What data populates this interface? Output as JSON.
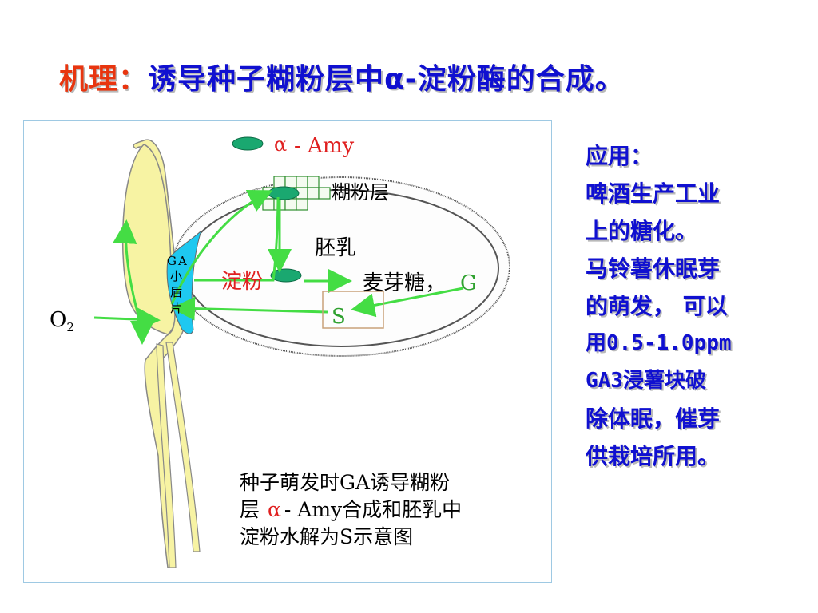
{
  "title": {
    "prefix": "机理：",
    "text": "诱导种子糊粉层中α-淀粉酶的合成。"
  },
  "diagram": {
    "enzyme_symbol": "α",
    "enzyme_label": "- Amy",
    "aleurone_label": "糊粉层",
    "endosperm_label": "胚乳",
    "scutellum_label": [
      "G",
      "A",
      "小",
      "盾",
      "片"
    ],
    "starch_label": "淀粉",
    "maltose_label": "麦芽糖，",
    "glucose_label": "G",
    "sucrose_label": "S",
    "oxygen_label": "O",
    "oxygen_subscript": "2",
    "caption_lines": [
      "种子萌发时GA诱导糊粉",
      "- Amy合成和胚乳中",
      "淀粉水解为S示意图"
    ],
    "caption_line2_prefix": "层",
    "caption_line2_symbol": "α",
    "colors": {
      "arrow": "#44dd44",
      "enzyme": "#1aa870",
      "coleoptile": "#f7f3a3",
      "scutellum": "#1ec8f0",
      "label_red": "#e02020",
      "label_green": "#2fa12f"
    }
  },
  "side_text": {
    "heading": "应用：",
    "lines": [
      "啤酒生产工业",
      "上的糖化。",
      "马铃薯休眠芽",
      "的萌发， 可以",
      "用0.5-1.0ppm",
      "GA3浸薯块破",
      "除体眠，催芽",
      "供栽培所用。"
    ]
  }
}
